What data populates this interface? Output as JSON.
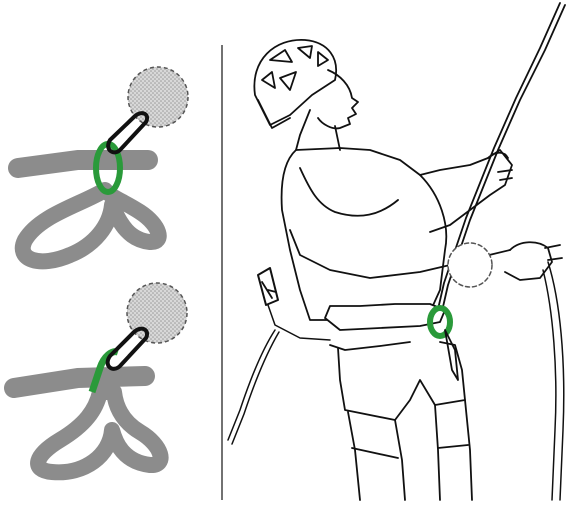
{
  "figure": {
    "panels": [
      {
        "id": "top-left",
        "depiction": "harness-with-carabiner-clipped-to-belay-loop"
      },
      {
        "id": "bottom-left",
        "depiction": "harness-with-carabiner-clipped-through-tie-in-points"
      },
      {
        "id": "right",
        "depiction": "belayer-in-helmet-with-rope"
      }
    ],
    "colors": {
      "belay_loop_green": "#2a9a3a",
      "harness_gray": "#8c8c8c",
      "device_gray": "#bdbdbd",
      "line_black": "#111111"
    }
  }
}
